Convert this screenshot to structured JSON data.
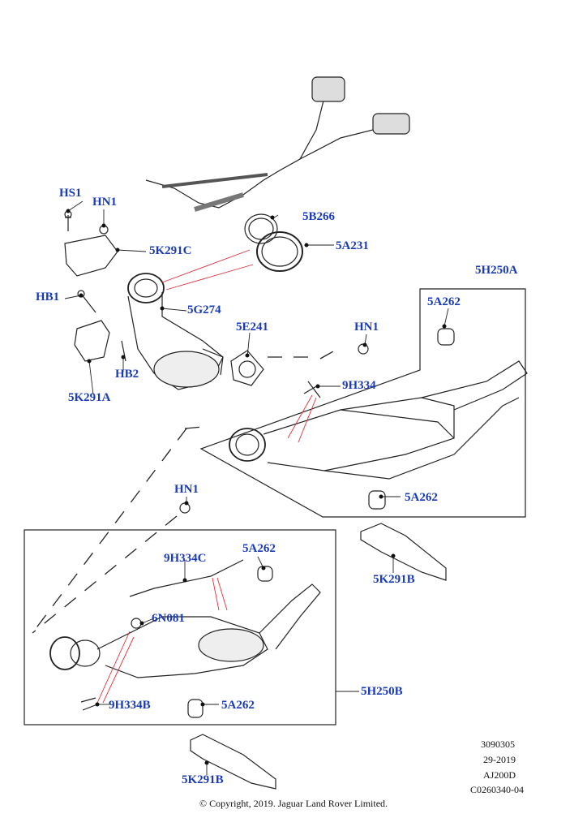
{
  "labels": {
    "hs1": "HS1",
    "hn1_a": "HN1",
    "k291c": "5K291C",
    "b266": "5B266",
    "a231": "5A231",
    "h250a": "5H250A",
    "hb1": "HB1",
    "g274": "5G274",
    "a262_a": "5A262",
    "e241": "5E241",
    "hn1_b": "HN1",
    "hb2": "HB2",
    "h334": "9H334",
    "k291a": "5K291A",
    "a262_b": "5A262",
    "hn1_c": "HN1",
    "k291b_a": "5K291B",
    "h334c": "9H334C",
    "a262_c": "5A262",
    "n081": "6N081",
    "h250b": "5H250B",
    "h334b": "9H334B",
    "a262_d": "5A262",
    "k291b_b": "5K291B"
  },
  "meta": {
    "line1": "3090305",
    "line2": "29-2019",
    "line3": "AJ200D",
    "line4": "C0260340-04"
  },
  "copyright": "© Copyright, 2019. Jaguar Land Rover Limited.",
  "colors": {
    "label": "#1a3bb8",
    "line": "#111111",
    "callout": "#e0303a"
  }
}
